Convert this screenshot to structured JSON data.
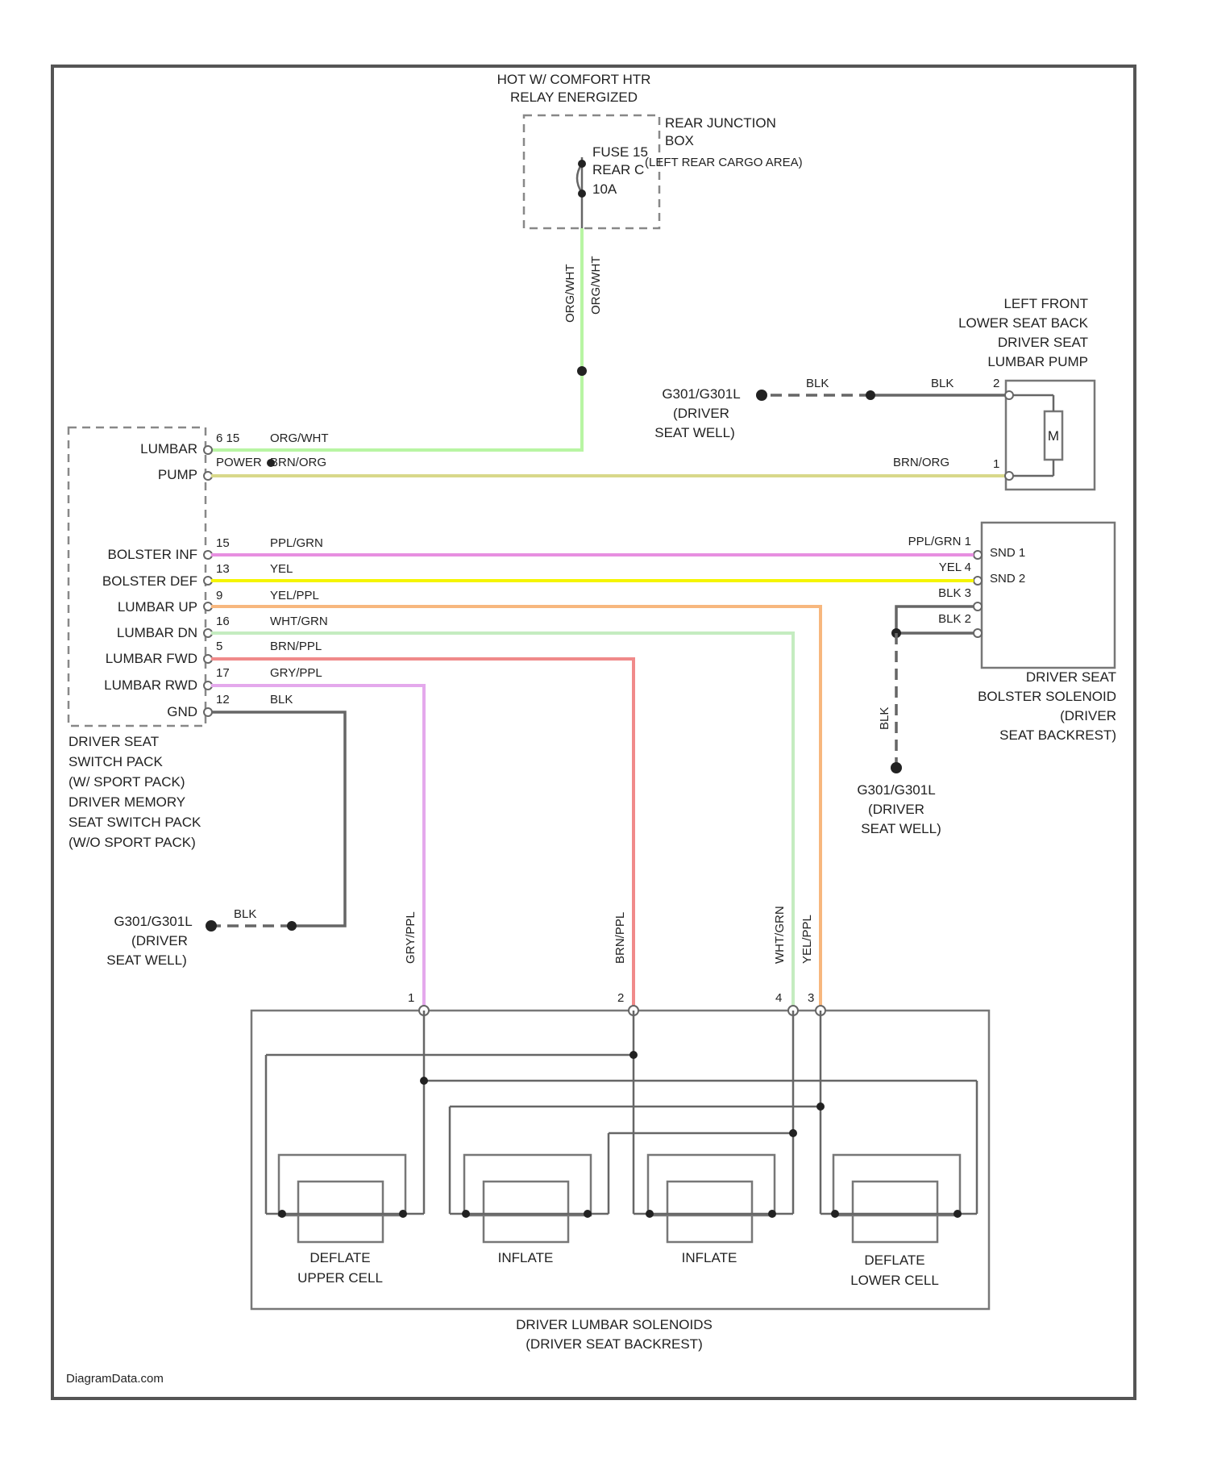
{
  "colors": {
    "org_wht": "#b8f5a3",
    "brn_org": "#d8d88a",
    "ppl_grn": "#e78fe0",
    "yel": "#f5f500",
    "yel_ppl": "#f7b77e",
    "wht_grn": "#c4ecc0",
    "brn_ppl": "#f08a8a",
    "gry_ppl": "#e4a9ec",
    "blk": "#666666"
  },
  "relay": {
    "line1": "HOT W/ COMFORT HTR",
    "line2": "RELAY ENERGIZED"
  },
  "rjb": {
    "name": "REAR JUNCTION",
    "box": "BOX",
    "fuse": "FUSE 15",
    "fuse_sub": "REAR C",
    "fuse_amp": "10A",
    "loc": "(LEFT REAR CARGO AREA)"
  },
  "riser": {
    "color_top": "ORG/WHT",
    "color_side": "ORG/WHT"
  },
  "pump": {
    "l1": "LEFT FRONT",
    "l2": "LOWER SEAT BACK",
    "l3": "DRIVER SEAT",
    "l4": "LUMBAR PUMP",
    "motor": "M",
    "pin2": "2",
    "pin1": "1",
    "blk_a": "BLK",
    "blk_b": "BLK",
    "brn_org": "BRN/ORG"
  },
  "ground_top": {
    "id": "G301/G301L",
    "l2": "(DRIVER",
    "l3": "SEAT WELL)"
  },
  "switch": {
    "rows": [
      {
        "label": "LUMBAR",
        "pin": "6 15",
        "wire": "ORG/WHT"
      },
      {
        "label": "PUMP",
        "pin": "POWER",
        "wire": "BRN/ORG"
      },
      {
        "label": "BOLSTER INF",
        "pin": "15",
        "wire": "PPL/GRN"
      },
      {
        "label": "BOLSTER DEF",
        "pin": "13",
        "wire": "YEL"
      },
      {
        "label": "LUMBAR UP",
        "pin": "9",
        "wire": "YEL/PPL"
      },
      {
        "label": "LUMBAR DN",
        "pin": "16",
        "wire": "WHT/GRN"
      },
      {
        "label": "LUMBAR FWD",
        "pin": "5",
        "wire": "BRN/PPL"
      },
      {
        "label": "LUMBAR RWD",
        "pin": "17",
        "wire": "GRY/PPL"
      },
      {
        "label": "GND",
        "pin": "12",
        "wire": "BLK"
      }
    ],
    "desc": [
      "DRIVER SEAT",
      "SWITCH PACK",
      "(W/ SPORT PACK)",
      "DRIVER MEMORY",
      "SEAT SWITCH PACK",
      "(W/O SPORT PACK)"
    ]
  },
  "bolster": {
    "sol1": "SND 1",
    "sol2": "SND 2",
    "w1": "PPL/GRN 1",
    "w2": "YEL 4",
    "w3": "BLK 3",
    "w4": "BLK 2",
    "desc": [
      "DRIVER SEAT",
      "BOLSTER SOLENOID",
      "(DRIVER",
      "SEAT BACKREST)"
    ],
    "blk": "BLK"
  },
  "ground_mid": {
    "id": "G301/G301L",
    "l2": "(DRIVER",
    "l3": "SEAT WELL)"
  },
  "ground_left": {
    "id": "G301/G301L",
    "l2": "(DRIVER",
    "l3": "SEAT WELL)",
    "blk": "BLK"
  },
  "vertical_labels": {
    "a": "GRY/PPL",
    "b": "BRN/PPL",
    "c": "WHT/GRN",
    "d": "YEL/PPL"
  },
  "lumbar": {
    "pins": [
      "1",
      "2",
      "4",
      "3"
    ],
    "cells": [
      {
        "l1": "DEFLATE",
        "l2": "UPPER CELL"
      },
      {
        "l1": "INFLATE",
        "l2": ""
      },
      {
        "l1": "INFLATE",
        "l2": ""
      },
      {
        "l1": "DEFLATE",
        "l2": "LOWER CELL"
      }
    ],
    "desc1": "DRIVER LUMBAR SOLENOIDS",
    "desc2": "(DRIVER SEAT BACKREST)"
  },
  "watermark": "DiagramData.com"
}
